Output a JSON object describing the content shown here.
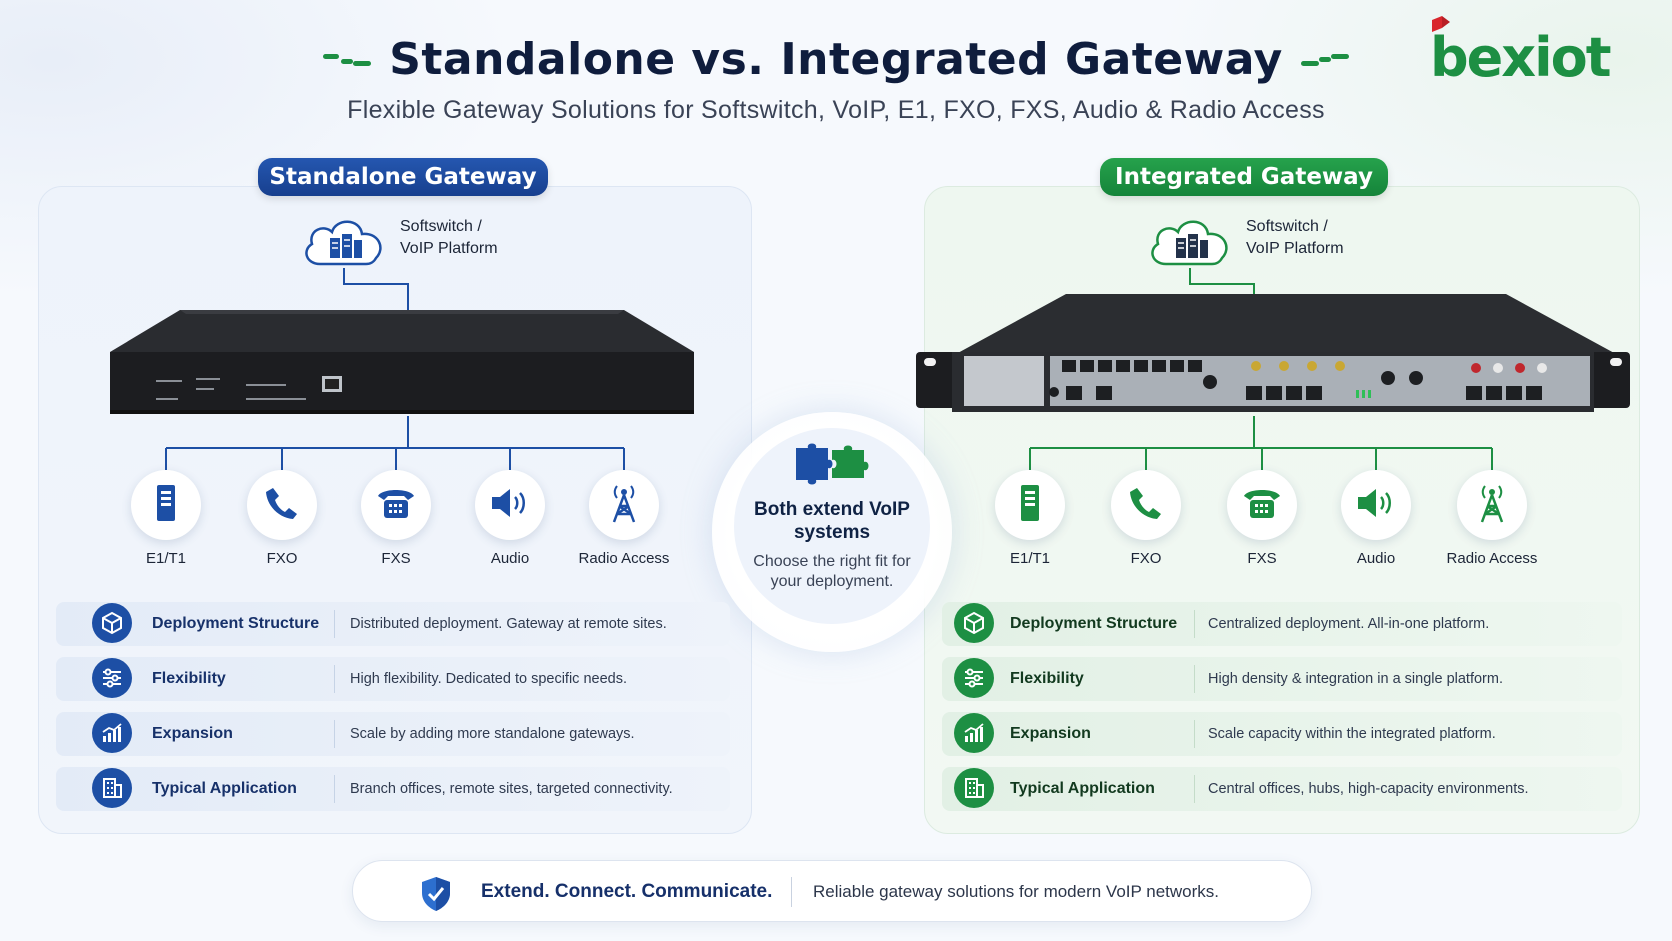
{
  "header": {
    "title": "Standalone vs. Integrated Gateway",
    "subtitle": "Flexible Gateway Solutions for Softswitch, VoIP, E1, FXO, FXS, Audio & Radio Access",
    "brand": "bexiot"
  },
  "colors": {
    "standalone_accent": "#1d4fa5",
    "integrated_accent": "#1d8f43",
    "brand_red": "#d9262c"
  },
  "standalone": {
    "title": "Standalone Gateway",
    "cloud_label_line1": "Softswitch /",
    "cloud_label_line2": "VoIP Platform",
    "endpoints": [
      {
        "label": "E1/T1",
        "icon": "e1-module-icon"
      },
      {
        "label": "FXO",
        "icon": "phone-handset-icon"
      },
      {
        "label": "FXS",
        "icon": "desk-phone-icon"
      },
      {
        "label": "Audio",
        "icon": "speaker-icon"
      },
      {
        "label": "Radio Access",
        "icon": "radio-tower-icon"
      }
    ],
    "rows": [
      {
        "label": "Deployment Structure",
        "desc": "Distributed deployment. Gateway at remote sites.",
        "icon": "cube-icon"
      },
      {
        "label": "Flexibility",
        "desc": "High flexibility. Dedicated to specific needs.",
        "icon": "sliders-icon"
      },
      {
        "label": "Expansion",
        "desc": "Scale by adding more standalone gateways.",
        "icon": "growth-chart-icon"
      },
      {
        "label": "Typical Application",
        "desc": "Branch offices, remote sites, targeted connectivity.",
        "icon": "building-icon"
      }
    ]
  },
  "integrated": {
    "title": "Integrated Gateway",
    "cloud_label_line1": "Softswitch /",
    "cloud_label_line2": "VoIP Platform",
    "endpoints": [
      {
        "label": "E1/T1",
        "icon": "e1-module-icon"
      },
      {
        "label": "FXO",
        "icon": "phone-handset-icon"
      },
      {
        "label": "FXS",
        "icon": "desk-phone-icon"
      },
      {
        "label": "Audio",
        "icon": "speaker-icon"
      },
      {
        "label": "Radio Access",
        "icon": "radio-tower-icon"
      }
    ],
    "rows": [
      {
        "label": "Deployment Structure",
        "desc": "Centralized deployment. All-in-one platform.",
        "icon": "cube-icon"
      },
      {
        "label": "Flexibility",
        "desc": "High density & integration in a single platform.",
        "icon": "sliders-icon"
      },
      {
        "label": "Expansion",
        "desc": "Scale capacity within the integrated platform.",
        "icon": "growth-chart-icon"
      },
      {
        "label": "Typical Application",
        "desc": "Central offices, hubs, high-capacity environments.",
        "icon": "building-icon"
      }
    ]
  },
  "center": {
    "title": "Both extend VoIP systems",
    "subtitle": "Choose the right fit for your deployment.",
    "icon": "puzzle-pieces-icon"
  },
  "footer": {
    "tagline": "Extend. Connect. Communicate.",
    "text": "Reliable gateway solutions for modern VoIP networks.",
    "icon": "shield-check-icon"
  }
}
